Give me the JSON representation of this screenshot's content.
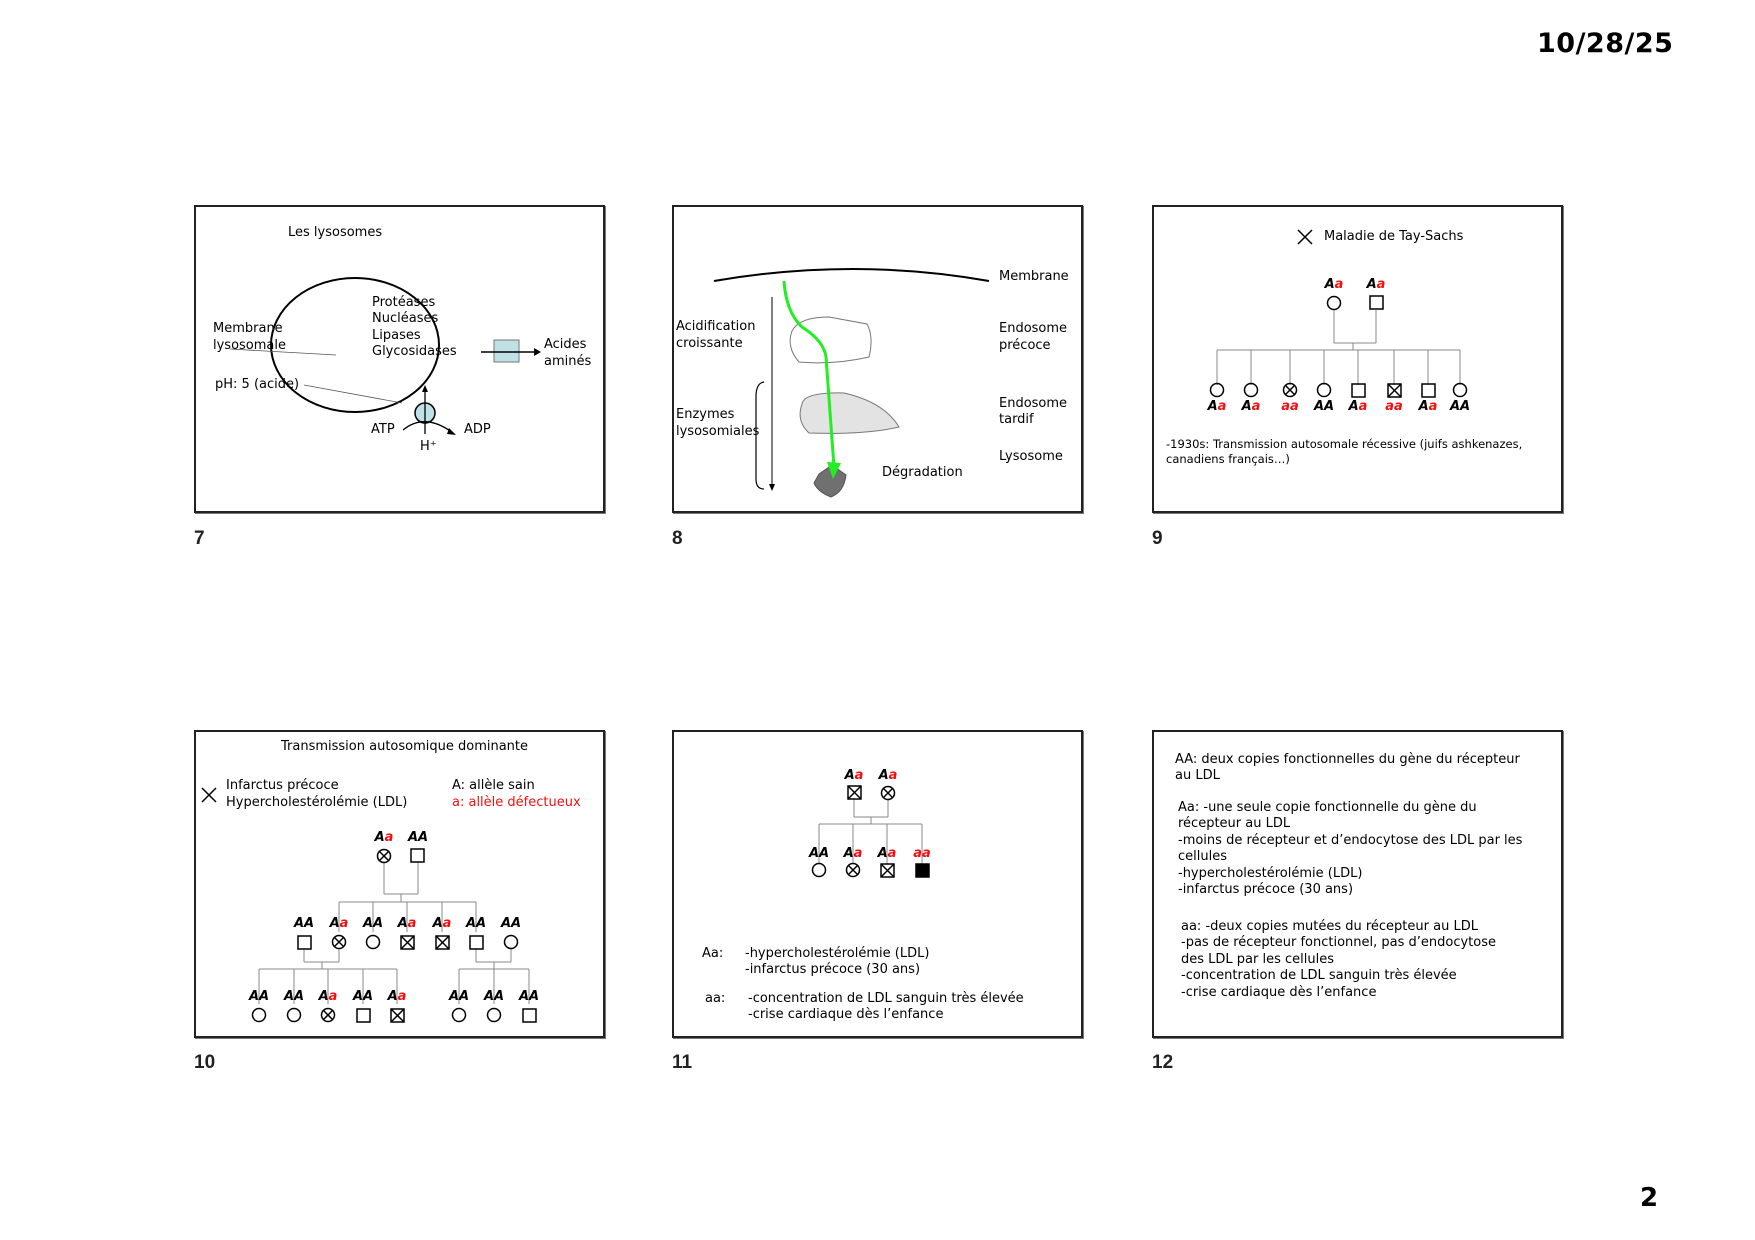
{
  "header": {
    "date": "10/28/25"
  },
  "footer": {
    "page_number": "2"
  },
  "colors": {
    "allele_defective": "#ee1111",
    "pathway_arrow": "#22ee22",
    "transporter": "#bfe0e4"
  },
  "slides": [
    {
      "number": "7",
      "title": "Les lysosomes",
      "enzymes": [
        "Protéases",
        "Nucléases",
        "Lipases",
        "Glycosidases"
      ],
      "label_membrane": [
        "Membrane",
        "lysosomale"
      ],
      "label_ph": "pH: 5 (acide)",
      "label_amino": [
        "Acides",
        "aminés"
      ],
      "label_atp": "ATP",
      "label_adp": "ADP",
      "label_h": "H⁺"
    },
    {
      "number": "8",
      "right_labels": {
        "membrane": "Membrane",
        "early": [
          "Endosome",
          "précoce"
        ],
        "late": [
          "Endosome",
          "tardif"
        ],
        "lysosome": "Lysosome"
      },
      "left_labels": {
        "acid": [
          "Acidification",
          "croissante"
        ],
        "enzymes": [
          "Enzymes",
          "lysosomiales"
        ]
      },
      "degradation": "Dégradation"
    },
    {
      "number": "9",
      "title": "Maladie de Tay-Sachs",
      "parents": [
        {
          "shape": "circle",
          "affected": false,
          "genotype": [
            "A",
            "a"
          ]
        },
        {
          "shape": "square",
          "affected": false,
          "genotype": [
            "A",
            "a"
          ]
        }
      ],
      "children": [
        {
          "shape": "circle",
          "affected": false,
          "genotype": "Aa"
        },
        {
          "shape": "circle",
          "affected": false,
          "genotype": "Aa"
        },
        {
          "shape": "circle",
          "affected": true,
          "genotype": "aa"
        },
        {
          "shape": "circle",
          "affected": false,
          "genotype": "AA"
        },
        {
          "shape": "square",
          "affected": false,
          "genotype": "Aa"
        },
        {
          "shape": "square",
          "affected": true,
          "genotype": "aa"
        },
        {
          "shape": "square",
          "affected": false,
          "genotype": "Aa"
        },
        {
          "shape": "circle",
          "affected": false,
          "genotype": "AA"
        }
      ],
      "note": [
        "-1930s: Transmission autosomale récessive (juifs ashkenazes,",
        "canadiens français…)"
      ]
    },
    {
      "number": "10",
      "title": "Transmission autosomique dominante",
      "legend_left": [
        "Infarctus précoce",
        "Hypercholestérolémie (LDL)"
      ],
      "legend_right": {
        "healthy": "A: allèle sain",
        "defective": "a: allèle défectueux"
      },
      "gen1": [
        {
          "shape": "circle",
          "affected": true,
          "genotype": "Aa"
        },
        {
          "shape": "square",
          "affected": false,
          "genotype": "AA"
        }
      ],
      "gen2": [
        {
          "shape": "square",
          "affected": false,
          "genotype": "AA"
        },
        {
          "shape": "circle",
          "affected": true,
          "genotype": "Aa"
        },
        {
          "shape": "circle",
          "affected": false,
          "genotype": "AA"
        },
        {
          "shape": "square",
          "affected": true,
          "genotype": "Aa"
        },
        {
          "shape": "square",
          "affected": true,
          "genotype": "Aa"
        },
        {
          "shape": "square",
          "affected": false,
          "genotype": "AA"
        },
        {
          "shape": "circle",
          "affected": false,
          "genotype": "AA"
        }
      ],
      "gen3_left": [
        {
          "shape": "circle",
          "affected": false,
          "genotype": "AA"
        },
        {
          "shape": "circle",
          "affected": false,
          "genotype": "AA"
        },
        {
          "shape": "circle",
          "affected": true,
          "genotype": "Aa"
        },
        {
          "shape": "square",
          "affected": false,
          "genotype": "AA"
        },
        {
          "shape": "square",
          "affected": true,
          "genotype": "Aa"
        }
      ],
      "gen3_right": [
        {
          "shape": "circle",
          "affected": false,
          "genotype": "AA"
        },
        {
          "shape": "circle",
          "affected": false,
          "genotype": "AA"
        },
        {
          "shape": "square",
          "affected": false,
          "genotype": "AA"
        }
      ]
    },
    {
      "number": "11",
      "parents": [
        {
          "shape": "square",
          "affected": true,
          "genotype": "Aa"
        },
        {
          "shape": "circle",
          "affected": true,
          "genotype": "Aa"
        }
      ],
      "children": [
        {
          "shape": "circle",
          "affected": false,
          "genotype": "AA"
        },
        {
          "shape": "circle",
          "affected": true,
          "genotype": "Aa"
        },
        {
          "shape": "square",
          "affected": true,
          "genotype": "Aa"
        },
        {
          "shape": "square",
          "affected": "severe",
          "genotype": "aa"
        }
      ],
      "legend": [
        {
          "key": "Aa:",
          "lines": [
            "-hypercholestérolémie (LDL)",
            "-infarctus précoce (30 ans)"
          ]
        },
        {
          "key": "aa:",
          "lines": [
            "-concentration de LDL sanguin très élevée",
            "-crise cardiaque dès l’enfance"
          ]
        }
      ]
    },
    {
      "number": "12",
      "paragraphs": [
        [
          "AA: deux copies fonctionnelles du gène du récepteur",
          "au LDL"
        ],
        [
          "Aa: -une seule copie fonctionnelle du gène du",
          "récepteur au LDL",
          "-moins de récepteur et d’endocytose des LDL par les",
          "cellules",
          "-hypercholestérolémie (LDL)",
          "-infarctus précoce (30 ans)"
        ],
        [
          "aa: -deux copies mutées du récepteur au LDL",
          "-pas de récepteur fonctionnel, pas d’endocytose",
          "des LDL par les cellules",
          "-concentration de LDL sanguin très élevée",
          "-crise cardiaque dès l’enfance"
        ]
      ]
    }
  ]
}
